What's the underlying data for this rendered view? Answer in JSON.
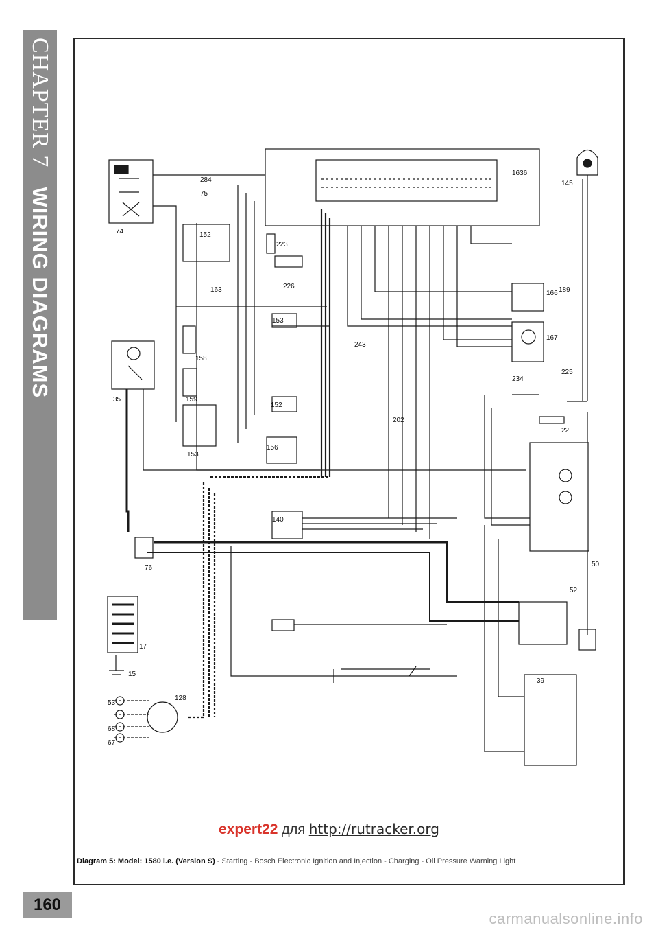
{
  "side_tab": {
    "chapter": "CHAPTER 7",
    "section": "WIRING DIAGRAMS"
  },
  "page_number": "160",
  "watermark": {
    "name": "expert22",
    "middle": "для",
    "url": "http://rutracker.org"
  },
  "caption": {
    "title": "Diagram 5: Model: 1580 i.e. (Version S)",
    "body": "- Starting - Bosch Electronic Ignition and Injection - Charging - Oil Pressure Warning Light"
  },
  "footer_site": "carmanualsonline.info",
  "component_labels": [
    "74",
    "75",
    "284",
    "152",
    "153",
    "163",
    "223",
    "226",
    "1636",
    "145",
    "166",
    "167",
    "189",
    "225",
    "234",
    "243",
    "158",
    "159",
    "153",
    "152",
    "156",
    "22",
    "35",
    "140",
    "202",
    "76",
    "17",
    "15",
    "128",
    "52",
    "50",
    "39",
    "67",
    "68",
    "53"
  ]
}
